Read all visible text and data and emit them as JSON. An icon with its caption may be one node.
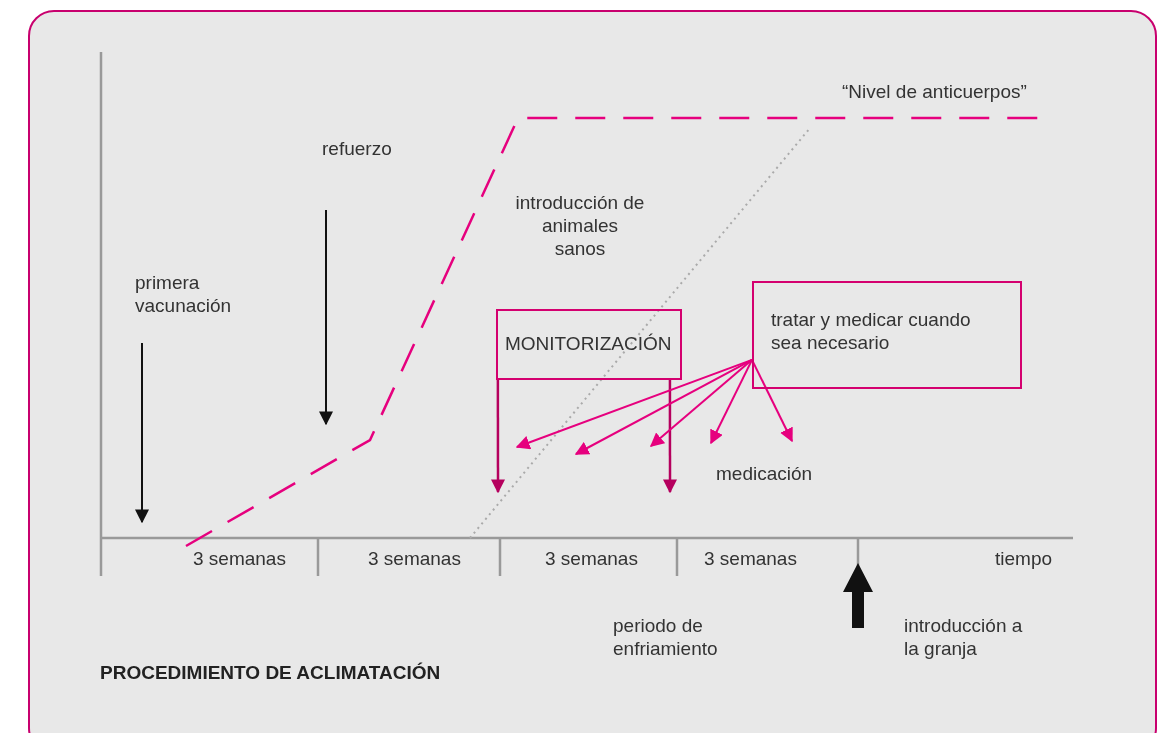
{
  "diagram": {
    "title": "PROCEDIMIENTO DE ACLIMATACIÓN",
    "nodes": [
      {
        "text": [
          "MONITORIZACIÓN"
        ]
      },
      {
        "text": [
          "tratar y medicar cuando sea necesario"
        ]
      }
    ],
    "edges": [
      {
        "from": 0,
        "to": null,
        "arrow": "to",
        "color": "#b5005e"
      },
      {
        "from": 0,
        "to": null,
        "arrow": "to",
        "color": "#b5005e"
      },
      {
        "from": 1,
        "to": null,
        "arrow": "to"
      },
      {
        "from": 1,
        "to": null,
        "arrow": "to"
      },
      {
        "from": 1,
        "to": null,
        "arrow": "to"
      },
      {
        "from": 1,
        "to": null,
        "arrow": "to"
      },
      {
        "from": 1,
        "to": null,
        "arrow": "to"
      }
    ],
    "labels": [
      "“Nivel de anticuerpos”",
      "refuerzo",
      "introducción de animales sanos",
      "primera vacunación",
      "medicación",
      "3 semanas",
      "3 semanas",
      "3 semanas",
      "3 semanas",
      "tiempo",
      "periodo de enfriamiento",
      "introducción a la granja"
    ]
  }
}
